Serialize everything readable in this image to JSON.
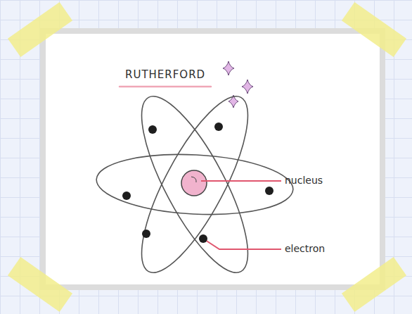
{
  "diagram": {
    "title": "RUTHERFORD",
    "labels": [
      "nucleus",
      "electron"
    ]
  }
}
